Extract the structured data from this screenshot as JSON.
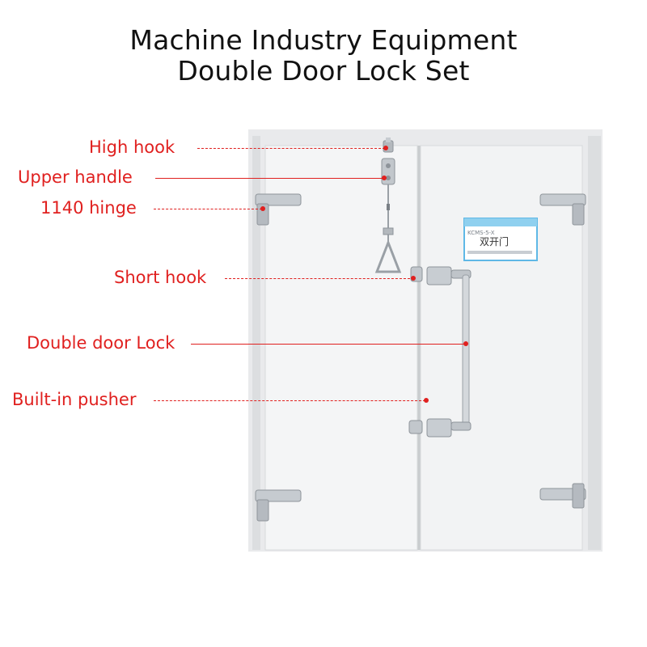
{
  "title": {
    "line1": "Machine Industry  Equipment",
    "line2": "Double Door  Lock Set"
  },
  "labels": {
    "high_hook": "High hook",
    "upper_handle": "Upper handle",
    "hinge_1140": "1140 hinge",
    "short_hook": "Short hook",
    "double_door_lock": "Double door Lock",
    "built_in_pusher": "Built-in pusher"
  },
  "sticker": {
    "code": "KCMS-5-X",
    "text": "双开门"
  },
  "colors": {
    "label": "#e0201f",
    "door": "#f3f4f5",
    "frame": "#e2e4e6",
    "metal": "#b9bec3",
    "sticker_border": "#5fb8e6"
  }
}
